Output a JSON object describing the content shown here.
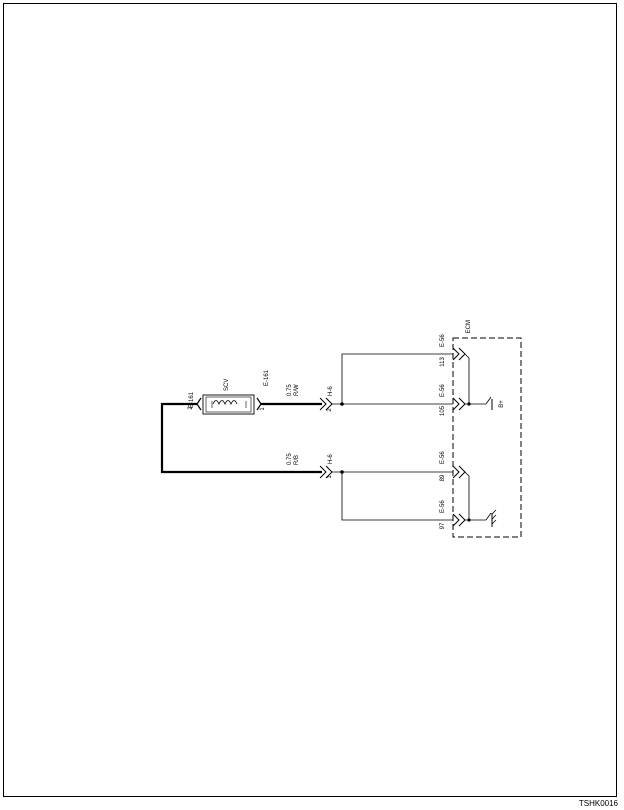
{
  "diagram": {
    "component": {
      "name": "SCV"
    },
    "connectors": {
      "scv": "E-161",
      "harness": "H-6",
      "ecm": "E-56"
    },
    "pins": {
      "scv_1": "1",
      "scv_2": "2",
      "h6_top": "2",
      "h6_bottom": "1",
      "ecm_a": "113",
      "ecm_b": "105",
      "ecm_c": "89",
      "ecm_d": "97"
    },
    "wires": {
      "upper": {
        "size": "0.75",
        "color": "R/W"
      },
      "lower": {
        "size": "0.75",
        "color": "R/B"
      }
    },
    "ecm_label": "ECM",
    "battery_label": "B+"
  },
  "footer": {
    "code": "TSHK0016"
  }
}
